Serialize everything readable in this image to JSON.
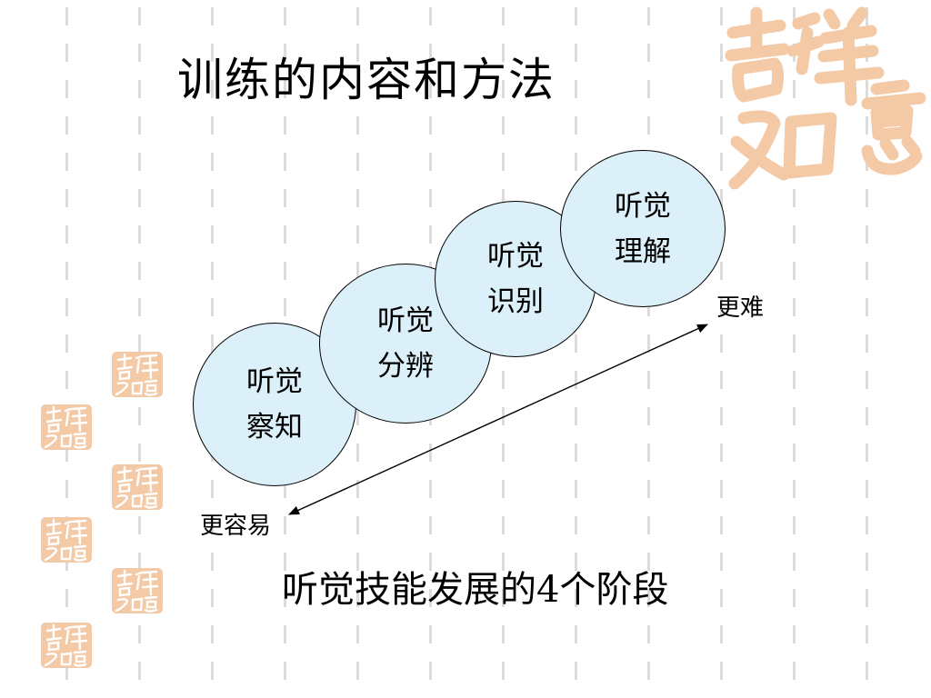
{
  "slide": {
    "title": "训练的内容和方法",
    "caption": "听觉技能发展的4个阶段",
    "label_harder": "更难",
    "label_easier": "更容易"
  },
  "stages": [
    {
      "label": "听觉察知"
    },
    {
      "label": "听觉分辨"
    },
    {
      "label": "听觉识别"
    },
    {
      "label": "听觉理解"
    }
  ],
  "colors": {
    "stage_fill": "#dcf0fa",
    "logo_orange": "#f3c9a6",
    "background": "#ffffff",
    "dash_pattern": "#dadada"
  },
  "icons": {
    "logo": "decorative-auspicious-seal",
    "stamps": "decorative-auspicious-stamp"
  }
}
